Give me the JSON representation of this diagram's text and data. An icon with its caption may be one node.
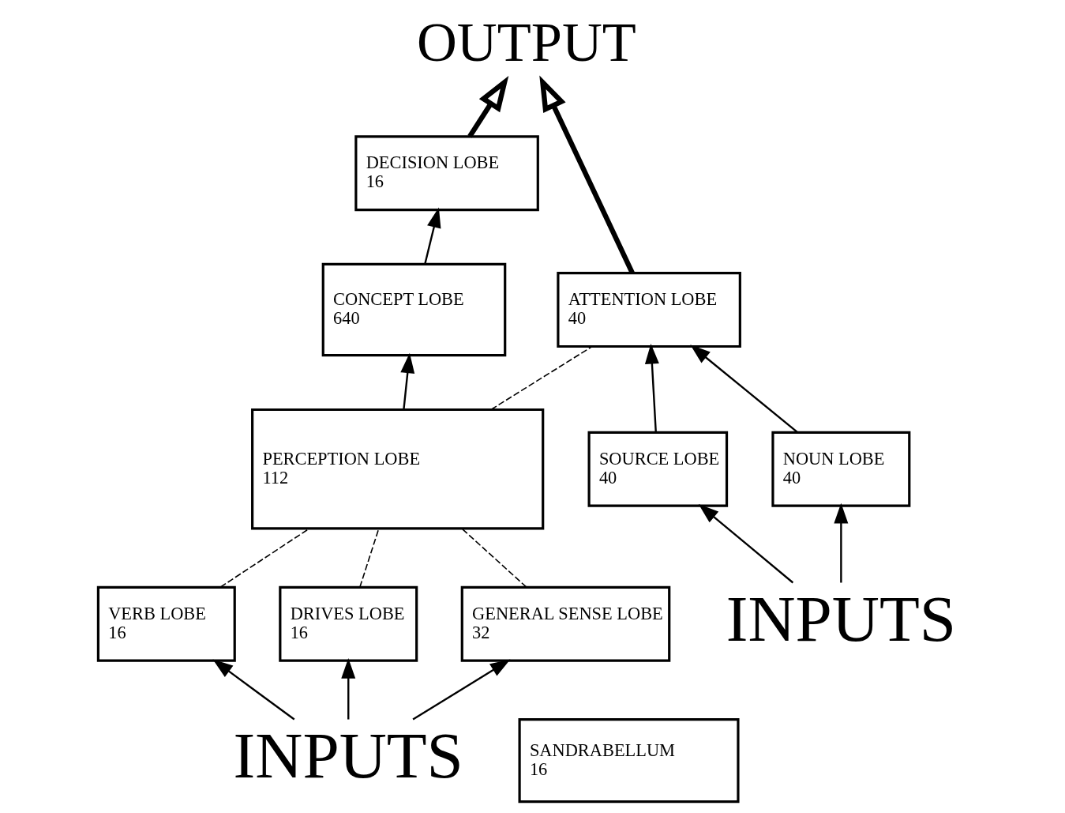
{
  "diagram": {
    "nodes": [
      {
        "text": [
          "DECISION LOBE",
          "16"
        ]
      },
      {
        "text": [
          "OUTPUT"
        ]
      },
      {
        "text": [
          "CONCEPT LOBE",
          "640"
        ]
      },
      {
        "text": [
          "ATTENTION LOBE",
          "40"
        ]
      },
      {
        "text": [
          "PERCEPTION LOBE",
          "112"
        ]
      },
      {
        "text": [
          "SOURCE LOBE",
          "40"
        ]
      },
      {
        "text": [
          "NOUN LOBE",
          "40"
        ]
      },
      {
        "text": [
          "VERB LOBE",
          "16"
        ]
      },
      {
        "text": [
          "DRIVES LOBE",
          "16"
        ]
      },
      {
        "text": [
          "GENERAL SENSE LOBE",
          "32"
        ]
      },
      {
        "text": [
          "INPUTS"
        ]
      },
      {
        "text": [
          "INPUTS"
        ]
      },
      {
        "text": [
          "SANDRABELLUM",
          "16"
        ]
      }
    ],
    "edges": [
      {
        "from": 0,
        "to": 1,
        "arrow": "to",
        "style": "thick"
      },
      {
        "from": 3,
        "to": 1,
        "arrow": "to",
        "style": "thick"
      },
      {
        "from": 2,
        "to": 0,
        "arrow": "to"
      },
      {
        "from": 4,
        "to": 2,
        "arrow": "to"
      },
      {
        "from": 4,
        "to": 3,
        "arrow": "none",
        "style": "dashed"
      },
      {
        "from": 5,
        "to": 3,
        "arrow": "to"
      },
      {
        "from": 6,
        "to": 3,
        "arrow": "to"
      },
      {
        "from": 7,
        "to": 4,
        "arrow": "none",
        "style": "dashed"
      },
      {
        "from": 8,
        "to": 4,
        "arrow": "none",
        "style": "dashed"
      },
      {
        "from": 9,
        "to": 4,
        "arrow": "none",
        "style": "dashed"
      },
      {
        "from": 10,
        "to": 5,
        "arrow": "to"
      },
      {
        "from": 10,
        "to": 6,
        "arrow": "to"
      },
      {
        "from": 11,
        "to": 7,
        "arrow": "to"
      },
      {
        "from": 11,
        "to": 8,
        "arrow": "to"
      },
      {
        "from": 11,
        "to": 9,
        "arrow": "to"
      }
    ]
  }
}
